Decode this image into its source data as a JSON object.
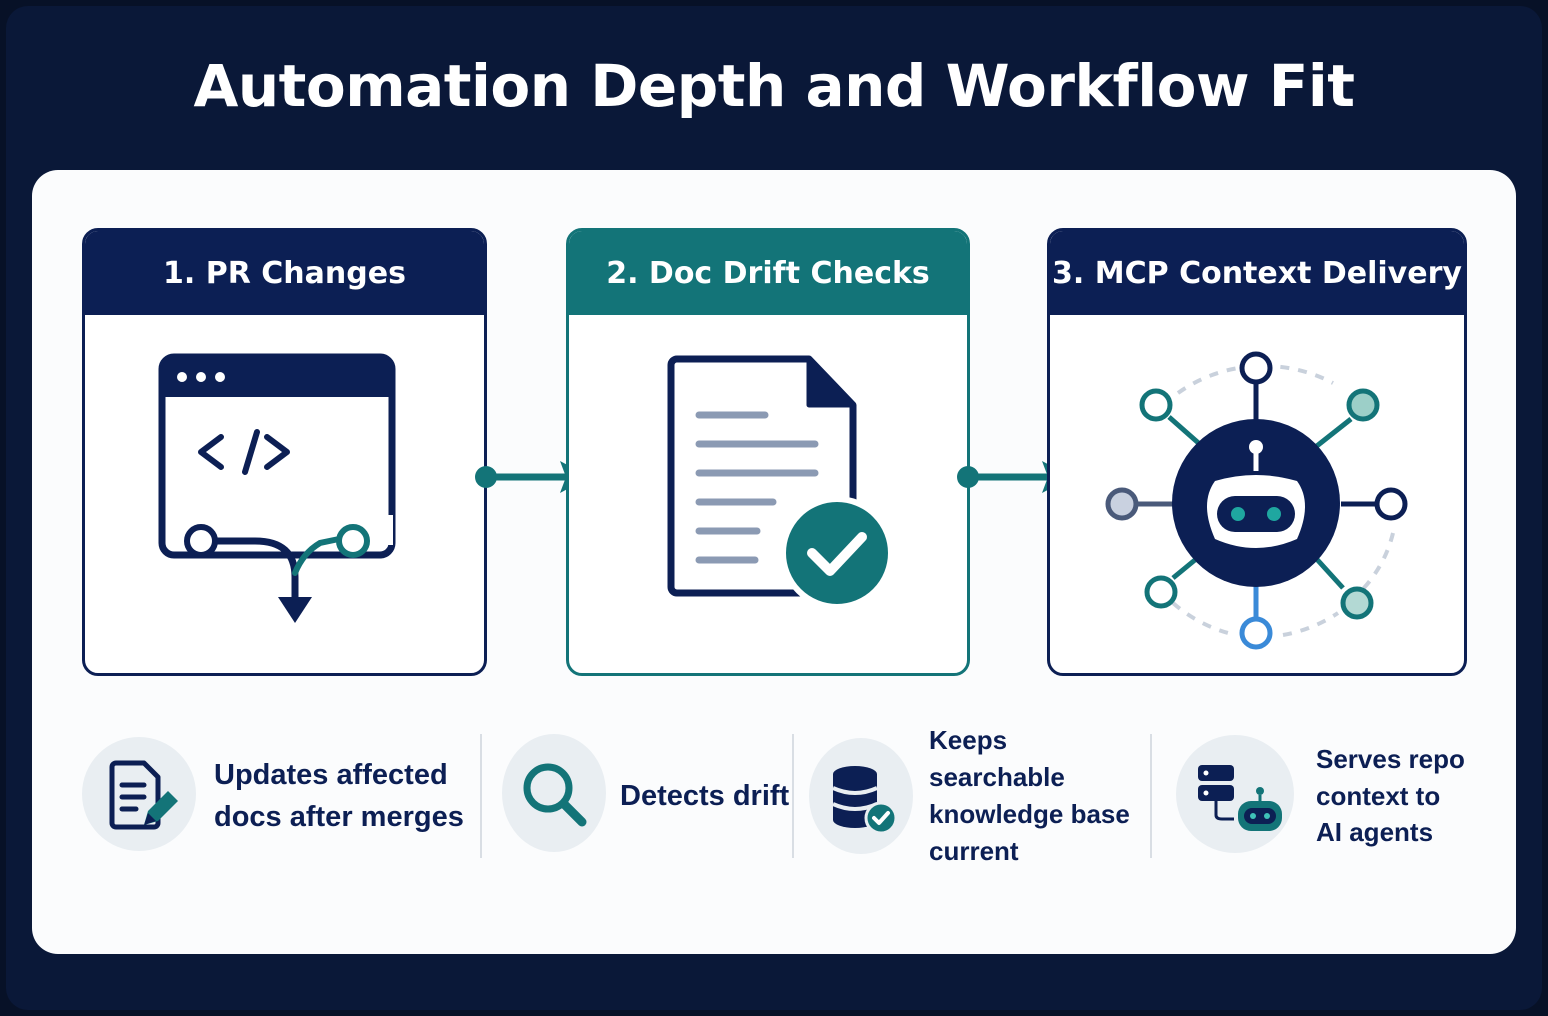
{
  "title": "Automation Depth and Workflow Fit",
  "colors": {
    "navy": "#0c1f54",
    "teal": "#137478",
    "background": "#0a1838",
    "panel": "#fbfcfd",
    "icon_circle": "#e9eef2"
  },
  "steps": [
    {
      "label": "1. PR Changes",
      "icon": "code-branch-window-icon"
    },
    {
      "label": "2. Doc Drift Checks",
      "icon": "document-check-icon"
    },
    {
      "label": "3. MCP Context Delivery",
      "icon": "robot-network-icon"
    }
  ],
  "features": [
    {
      "text": "Updates affected\ndocs after merges",
      "icon": "document-edit-icon"
    },
    {
      "text": "Detects drift",
      "icon": "magnifier-icon"
    },
    {
      "text": "Keeps searchable\nknowledge base\ncurrent",
      "icon": "database-check-icon"
    },
    {
      "text": "Serves repo\ncontext to\nAI agents",
      "icon": "server-robot-icon"
    }
  ]
}
